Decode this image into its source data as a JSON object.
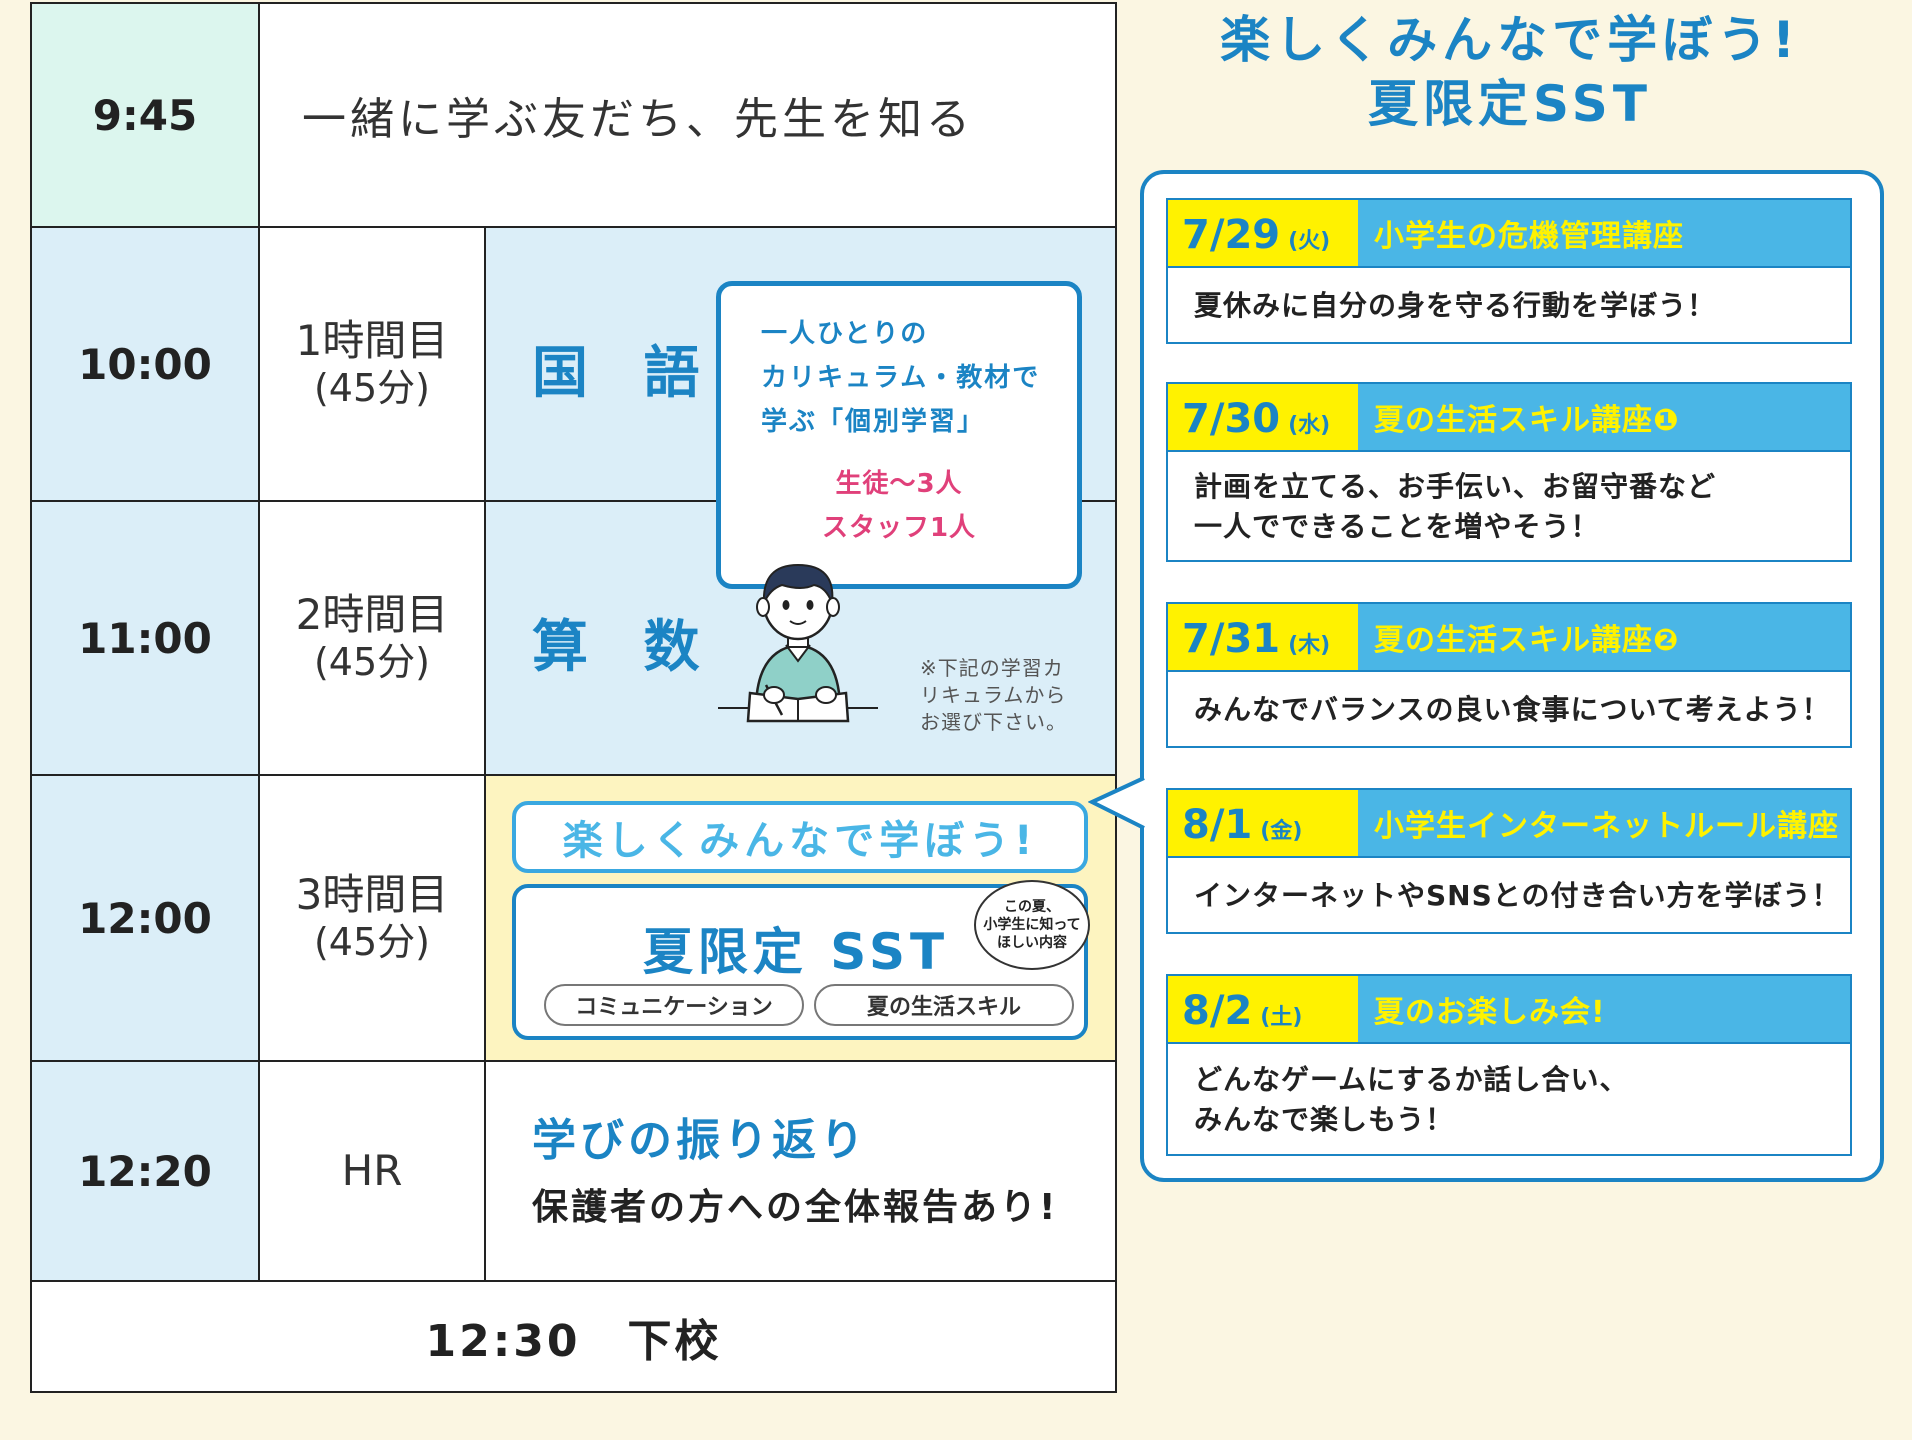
{
  "heading": {
    "line1": "楽しくみんなで学ぼう!",
    "line2": "夏限定SST"
  },
  "rows": [
    {
      "time": "9:45",
      "intro": "一緒に学ぶ友だち、先生を知る"
    },
    {
      "time": "10:00",
      "period": "1時間目",
      "duration": "(45分)",
      "subject": "国 語"
    },
    {
      "time": "11:00",
      "period": "2時間目",
      "duration": "(45分)",
      "subject": "算 数"
    },
    {
      "time": "12:00",
      "period": "3時間目",
      "duration": "(45分)"
    },
    {
      "time": "12:20",
      "period": "HR"
    }
  ],
  "info_box": {
    "lines": [
      "一人ひとりの",
      "カリキュラム・教材で",
      "学ぶ「個別学習」"
    ],
    "ratio": [
      "生徒〜3人",
      "スタッフ1人"
    ]
  },
  "note": [
    "※下記の学習カ",
    "リキュラムから",
    "お選び下さい。"
  ],
  "sst": {
    "pill_title": "楽しくみんなで学ぼう!",
    "title": "夏限定 SST",
    "bubble": [
      "この夏、",
      "小学生に知って",
      "ほしい内容"
    ],
    "tags": [
      "コミュニケーション",
      "夏の生活スキル"
    ]
  },
  "reflection": {
    "title": "学びの振り返り",
    "subtitle": "保護者の方への全体報告あり!"
  },
  "dismissal": "12:30　下校",
  "schedule": [
    {
      "date": "7/29",
      "weekday": "(火)",
      "title": "小学生の危機管理講座",
      "desc": [
        "夏休みに自分の身を守る行動を学ぼう！"
      ]
    },
    {
      "date": "7/30",
      "weekday": "(水)",
      "title": "夏の生活スキル講座❶",
      "desc": [
        "計画を立てる、お手伝い、お留守番など",
        "一人でできることを増やそう！"
      ]
    },
    {
      "date": "7/31",
      "weekday": "(木)",
      "title": "夏の生活スキル講座❷",
      "desc": [
        "みんなでバランスの良い食事について考えよう！"
      ]
    },
    {
      "date": "8/1",
      "weekday": "(金)",
      "title": "小学生インターネットルール講座",
      "desc": [
        "インターネットやSNSとの付き合い方を学ぼう！"
      ]
    },
    {
      "date": "8/2",
      "weekday": "(土)",
      "title": "夏のお楽しみ会!",
      "desc": [
        "どんなゲームにするか話し合い、",
        "みんなで楽しもう！"
      ]
    }
  ],
  "colors": {
    "accent_blue": "#1b84c4",
    "light_blue": "#4ab6e6",
    "yellow": "#fff200",
    "pink": "#e0407a",
    "cell_blue": "#dbeef8",
    "cell_mint": "#dcf6ee",
    "cell_yellow": "#fdf4c0",
    "background": "#fbf6e2"
  },
  "icons": [
    "boy-studying-illustration"
  ]
}
